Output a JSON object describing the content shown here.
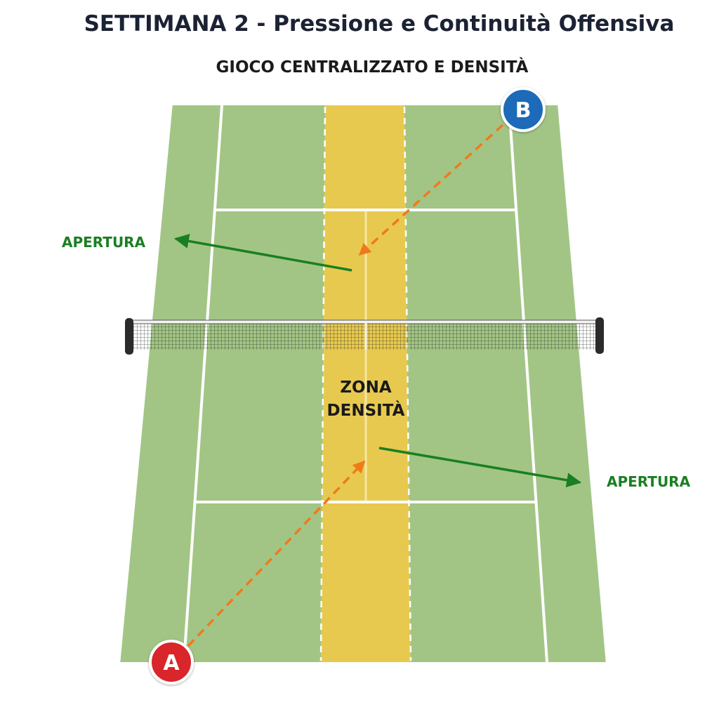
{
  "header": {
    "title": "SETTIMANA 2 - Pressione e Continuità Offensiva",
    "subtitle": "GIOCO CENTRALIZZATO E DENSITÀ"
  },
  "court": {
    "zone_label_line1": "ZONA",
    "zone_label_line2": "DENSITÀ",
    "left_arrow_label": "APERTURA",
    "right_arrow_label": "APERTURA"
  },
  "players": {
    "a": "A",
    "b": "B"
  },
  "colors": {
    "court_green": "#a2c585",
    "zone_yellow": "#e8c94f",
    "court_line": "#ffffff",
    "arrow_green": "#1a7f22",
    "arrow_orange": "#f07a1a",
    "player_a_red": "#d8252a",
    "player_b_blue": "#1f6bb8",
    "title_navy": "#1b2233"
  }
}
